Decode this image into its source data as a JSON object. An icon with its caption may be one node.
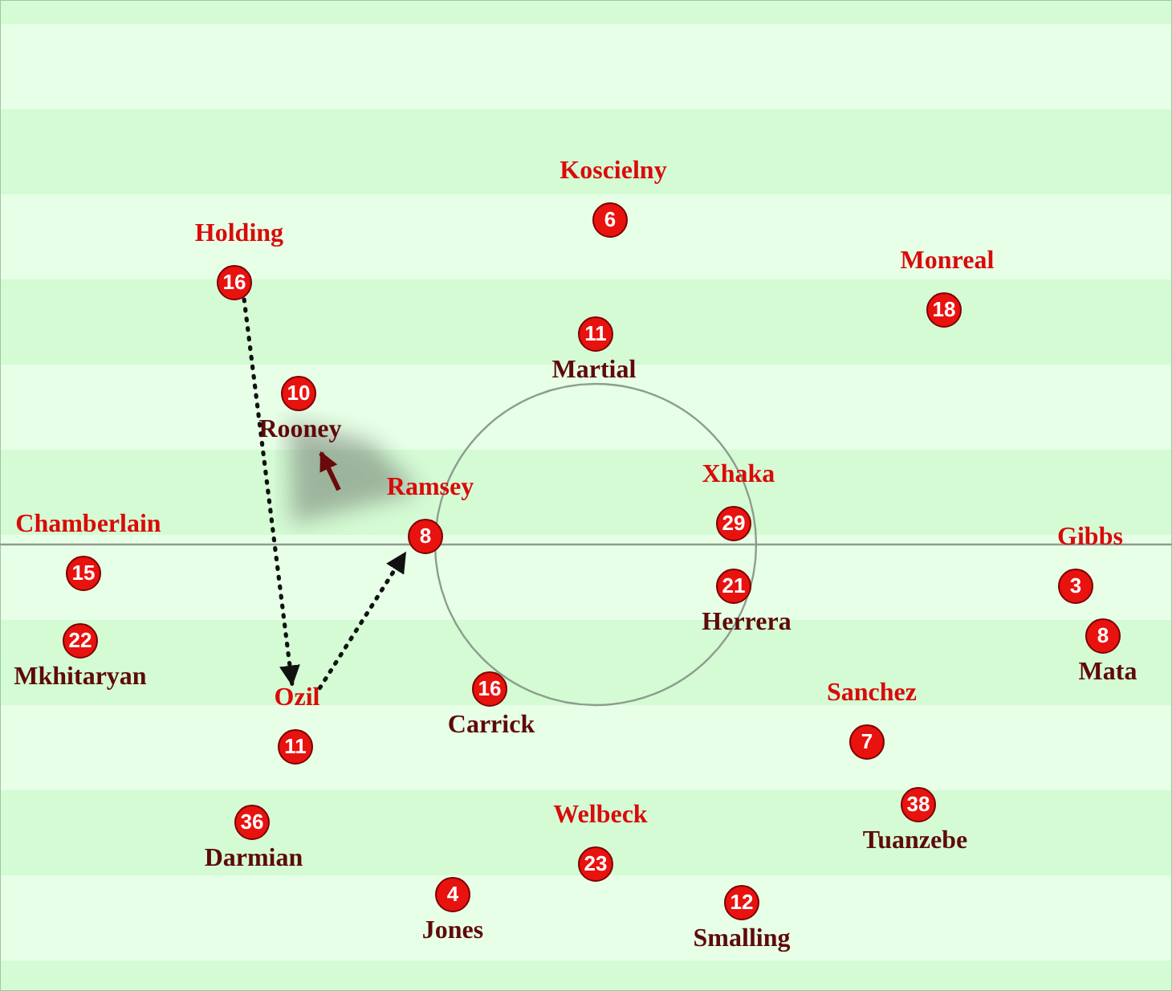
{
  "diagram": {
    "nodes": [
      {
        "text": [
          "Koscielny",
          "6"
        ]
      },
      {
        "text": [
          "Holding",
          "16"
        ]
      },
      {
        "text": [
          "Monreal",
          "18"
        ]
      },
      {
        "text": [
          "11",
          "Martial"
        ]
      },
      {
        "text": [
          "10",
          "Rooney"
        ]
      },
      {
        "text": [
          "Xhaka",
          "29"
        ]
      },
      {
        "text": [
          "Ramsey",
          "8"
        ]
      },
      {
        "text": [
          "Gibbs",
          "3"
        ]
      },
      {
        "text": [
          "Chamberlain",
          "15"
        ]
      },
      {
        "text": [
          "21",
          "Herrera"
        ]
      },
      {
        "text": [
          "22",
          "Mkhitaryan"
        ]
      },
      {
        "text": [
          "8",
          "Mata"
        ]
      },
      {
        "text": [
          "Ozil",
          "11"
        ]
      },
      {
        "text": [
          "16",
          "Carrick"
        ]
      },
      {
        "text": [
          "Sanchez",
          "7"
        ]
      },
      {
        "text": [
          "38",
          "Tuanzebe"
        ]
      },
      {
        "text": [
          "36",
          "Darmian"
        ]
      },
      {
        "text": [
          "Welbeck",
          "23"
        ]
      },
      {
        "text": [
          "4",
          "Jones"
        ]
      },
      {
        "text": [
          "12",
          "Smalling"
        ]
      }
    ],
    "edges": [
      {
        "from": 1,
        "to": 12,
        "arrow": "to",
        "style": "dashed"
      },
      {
        "from": 12,
        "to": 6,
        "arrow": "to",
        "style": "dashed"
      }
    ]
  }
}
